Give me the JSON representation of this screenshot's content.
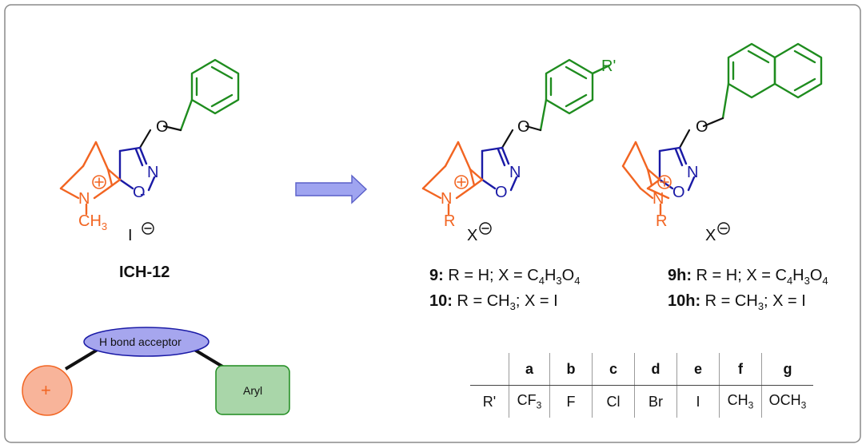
{
  "colors": {
    "orange": "#f26522",
    "blue": "#1a1aa6",
    "green": "#1e8c1e",
    "arrow_fill": "#9fa4f0",
    "acceptor_fill": "#a6a6ee",
    "aryl_fill": "#a9d6a9",
    "cation_fill": "#f8b49a"
  },
  "compound_left": {
    "title": "ICH-12",
    "methyl": "CH",
    "methyl_sub": "3",
    "counterion": "I",
    "charge_symbol": "⊖",
    "plus_symbol": "+",
    "atoms": {
      "N_ring": "N",
      "O_ring": "O",
      "N_isox": "N",
      "O_ether": "O"
    }
  },
  "compound_mid": {
    "substituent": "R'",
    "r_group": "R",
    "counterion": "X",
    "line1": {
      "bold": "9:",
      "text": " R = H; X = C",
      "s1": "4",
      "t2": "H",
      "s2": "3",
      "t3": "O",
      "s3": "4"
    },
    "line2": {
      "bold": "10:",
      "text": " R = CH",
      "s1": "3",
      "t2": "; X = I"
    }
  },
  "compound_right": {
    "r_group": "R",
    "counterion": "X",
    "line1": {
      "bold": "9h:",
      "text": " R = H; X = C",
      "s1": "4",
      "t2": "H",
      "s2": "3",
      "t3": "O",
      "s3": "4"
    },
    "line2": {
      "bold": "10h:",
      "text": " R = CH",
      "s1": "3",
      "t2": "; X = I"
    }
  },
  "pharmacophore": {
    "acceptor": "H bond acceptor",
    "aryl": "Aryl",
    "cation": "+"
  },
  "substituent_table": {
    "row_header": "R'",
    "columns": [
      "a",
      "b",
      "c",
      "d",
      "e",
      "f",
      "g"
    ],
    "values": [
      {
        "t": "CF",
        "s": "3"
      },
      {
        "t": "F",
        "s": ""
      },
      {
        "t": "Cl",
        "s": ""
      },
      {
        "t": "Br",
        "s": ""
      },
      {
        "t": "I",
        "s": ""
      },
      {
        "t": "CH",
        "s": "3"
      },
      {
        "t": "OCH",
        "s": "3"
      }
    ]
  }
}
